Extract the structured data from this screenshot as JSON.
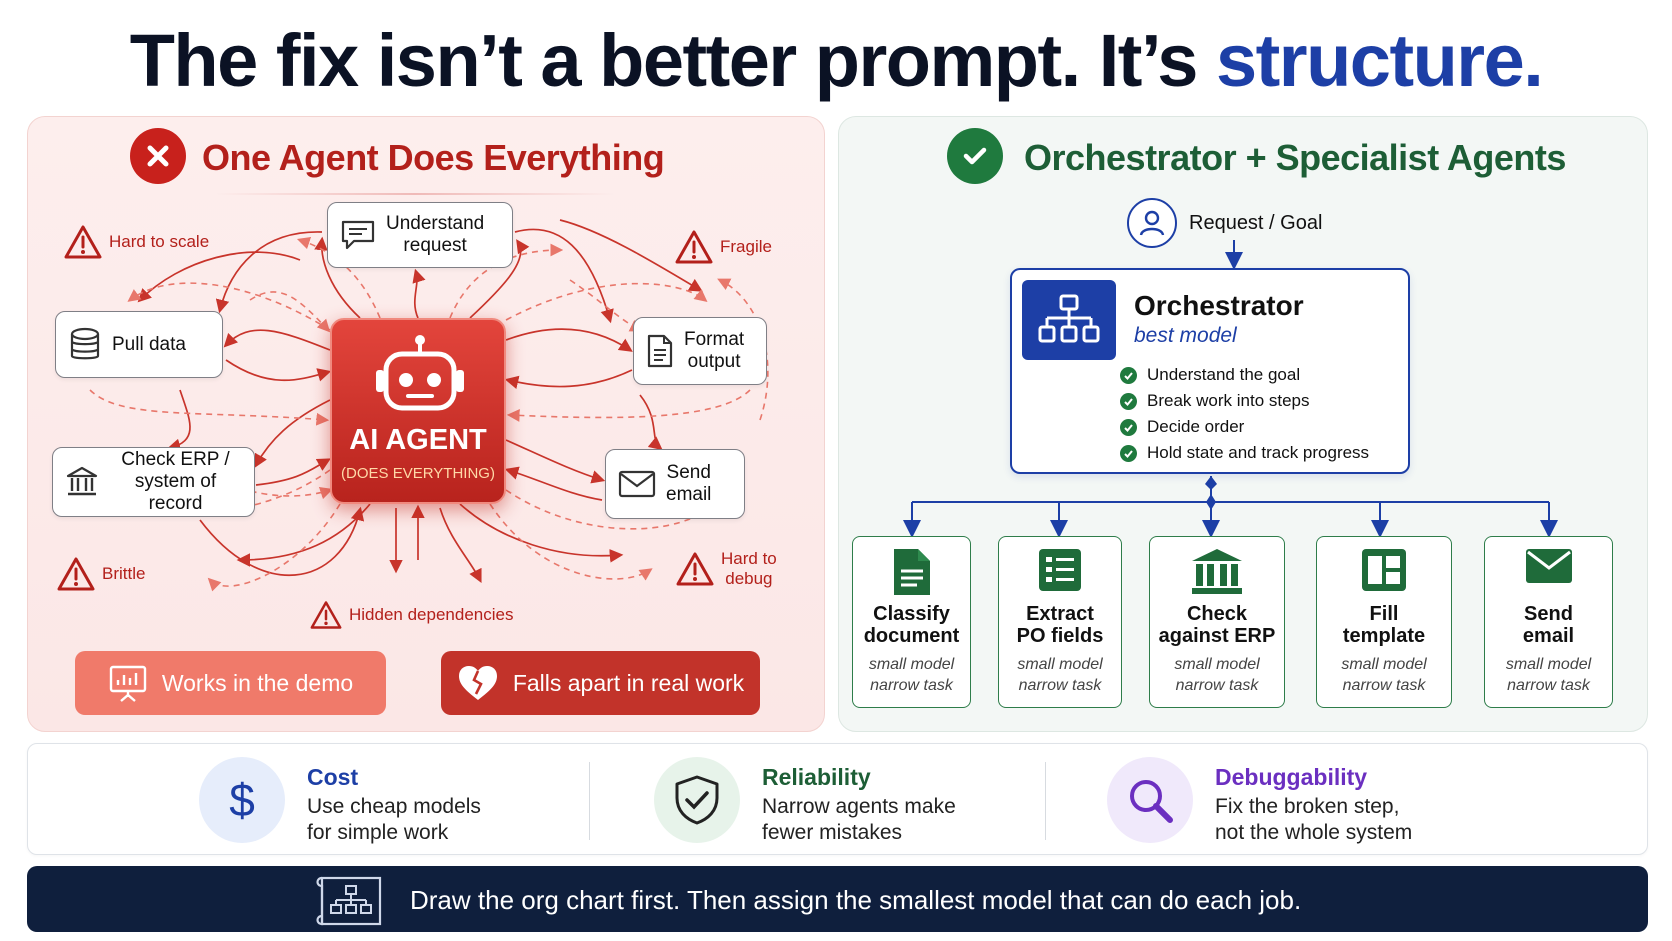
{
  "headline": {
    "lead": "The fix isn’t a better prompt. It’s ",
    "accent": "structure."
  },
  "left_panel": {
    "title": "One Agent Does Everything",
    "title_icon": "x-circle-icon",
    "agent": {
      "name": "AI AGENT",
      "subtitle": "(DOES EVERYTHING)",
      "icon": "robot-icon"
    },
    "tasks": [
      {
        "label_line1": "Understand",
        "label_line2": "request",
        "icon": "chat-icon"
      },
      {
        "label_line1": "Pull data",
        "label_line2": "",
        "icon": "database-icon"
      },
      {
        "label_line1": "Format",
        "label_line2": "output",
        "icon": "document-icon"
      },
      {
        "label_line1": "Check ERP /",
        "label_line2": "system of record",
        "icon": "bank-icon"
      },
      {
        "label_line1": "Send",
        "label_line2": "email",
        "icon": "envelope-icon"
      }
    ],
    "warnings": [
      {
        "line1": "Hard to scale",
        "line2": ""
      },
      {
        "line1": "Fragile",
        "line2": ""
      },
      {
        "line1": "Brittle",
        "line2": ""
      },
      {
        "line1": "Hard to",
        "line2": "debug"
      },
      {
        "line1": "Hidden dependencies",
        "line2": ""
      }
    ],
    "buttons": [
      {
        "label": "Works in the demo",
        "icon": "presentation-icon"
      },
      {
        "label": "Falls apart in real work",
        "icon": "broken-heart-icon"
      }
    ]
  },
  "right_panel": {
    "title": "Orchestrator + Specialist Agents",
    "title_icon": "check-circle-icon",
    "request": {
      "label": "Request / Goal",
      "icon": "user-icon"
    },
    "orchestrator": {
      "title": "Orchestrator",
      "subtitle": "best model",
      "icon": "org-chart-icon",
      "duties": [
        "Understand the goal",
        "Break work into steps",
        "Decide order",
        "Hold state and track progress"
      ]
    },
    "specialists": [
      {
        "line1": "Classify",
        "line2": "document",
        "sub1": "small model",
        "sub2": "narrow task",
        "icon": "document-icon"
      },
      {
        "line1": "Extract",
        "line2": "PO fields",
        "sub1": "small model",
        "sub2": "narrow task",
        "icon": "list-icon"
      },
      {
        "line1": "Check",
        "line2": "against ERP",
        "sub1": "small model",
        "sub2": "narrow task",
        "icon": "bank-icon"
      },
      {
        "line1": "Fill",
        "line2": "template",
        "sub1": "small model",
        "sub2": "narrow task",
        "icon": "template-icon"
      },
      {
        "line1": "Send",
        "line2": "email",
        "sub1": "small model",
        "sub2": "narrow task",
        "icon": "envelope-icon"
      }
    ]
  },
  "benefits": [
    {
      "title": "Cost",
      "line1": "Use cheap models",
      "line2": "for simple work",
      "icon": "dollar-icon",
      "color": "#1d3fa6"
    },
    {
      "title": "Reliability",
      "line1": "Narrow agents make",
      "line2": "fewer mistakes",
      "icon": "shield-check-icon",
      "color": "#1d5e36"
    },
    {
      "title": "Debuggability",
      "line1": "Fix the broken step,",
      "line2": "not the whole system",
      "icon": "magnifier-icon",
      "color": "#6b2fc0"
    }
  ],
  "banner": {
    "text": "Draw the org chart first. Then assign the smallest model that can do each job.",
    "icon": "blueprint-icon"
  },
  "colors": {
    "bad": "#c8211c",
    "good": "#1f7a3e",
    "blue": "#1d3fa6",
    "navy": "#0f1f3d"
  }
}
